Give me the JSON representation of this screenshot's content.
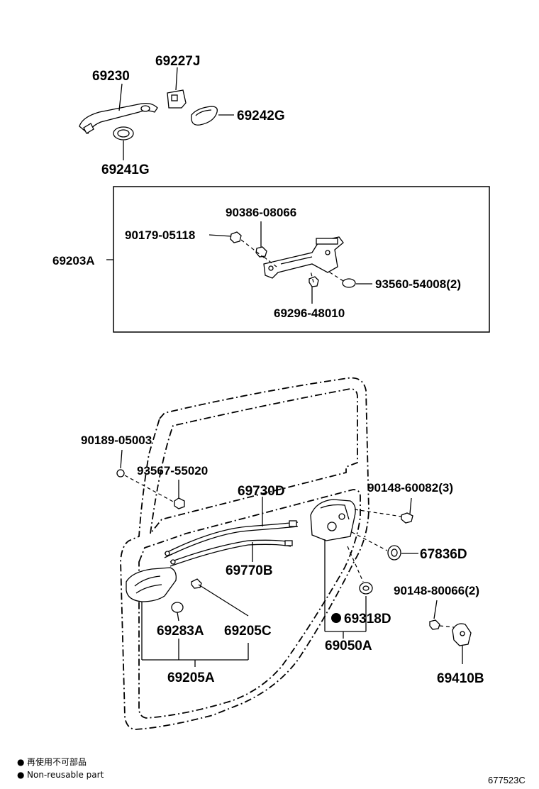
{
  "parts": {
    "p69230": "69230",
    "p69227j": "69227J",
    "p69242g": "69242G",
    "p69241g": "69241G",
    "p69203a": "69203A",
    "p90386": "90386-08066",
    "p90179": "90179-05118",
    "p93560": "93560-54008(2)",
    "p69296": "69296-48010",
    "p90189": "90189-05003",
    "p93567": "93567-55020",
    "p69730d": "69730D",
    "p90148a": "90148-60082(3)",
    "p69770b": "69770B",
    "p67836d": "67836D",
    "p90148b": "90148-80066(2)",
    "p69318d": "69318D",
    "p69283a": "69283A",
    "p69205c": "69205C",
    "p69050a": "69050A",
    "p69410b": "69410B",
    "p69205a": "69205A"
  },
  "legend": {
    "line1": "再使用不可部品",
    "line2": "Non-reusable part",
    "bullet": "●"
  },
  "diagram_code": "677523C"
}
